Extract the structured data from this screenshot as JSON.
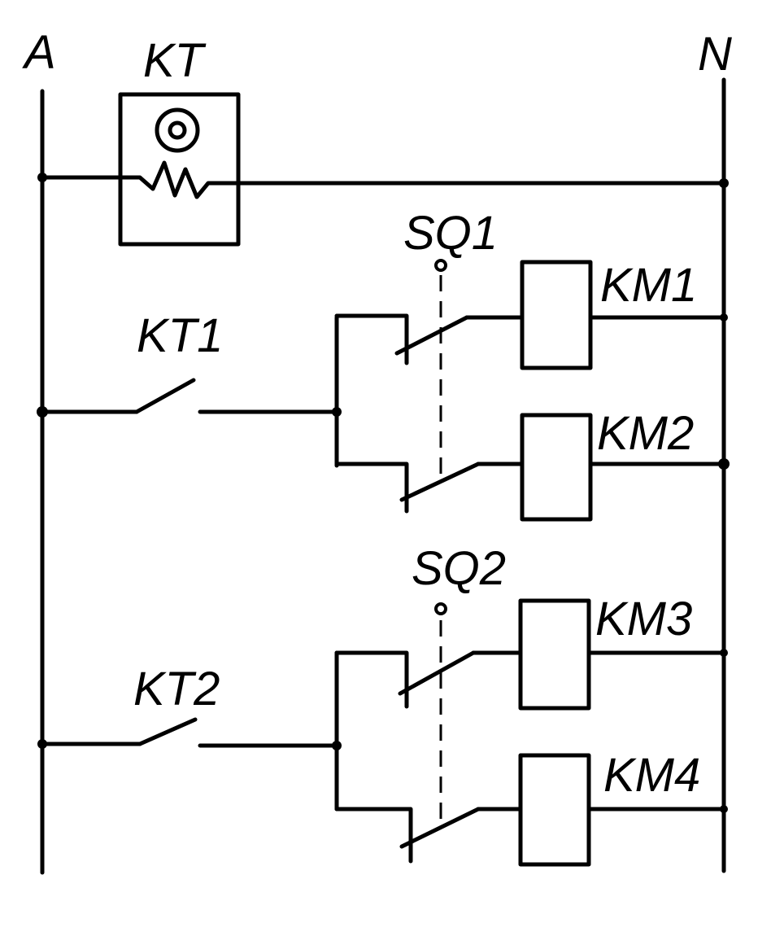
{
  "labels": {
    "bus_a": "A",
    "bus_n": "N",
    "timer": "KT",
    "timer_contact_1": "KT1",
    "timer_contact_2": "KT2",
    "limit_switch_1": "SQ1",
    "limit_switch_2": "SQ2",
    "coil_1": "KM1",
    "coil_2": "KM2",
    "coil_3": "KM3",
    "coil_4": "KM4"
  },
  "colors": {
    "ink": "#000000",
    "background": "#ffffff"
  },
  "icons": {
    "timer_motor": "synchronous-motor-icon",
    "timer_heater": "resistor-icon"
  }
}
